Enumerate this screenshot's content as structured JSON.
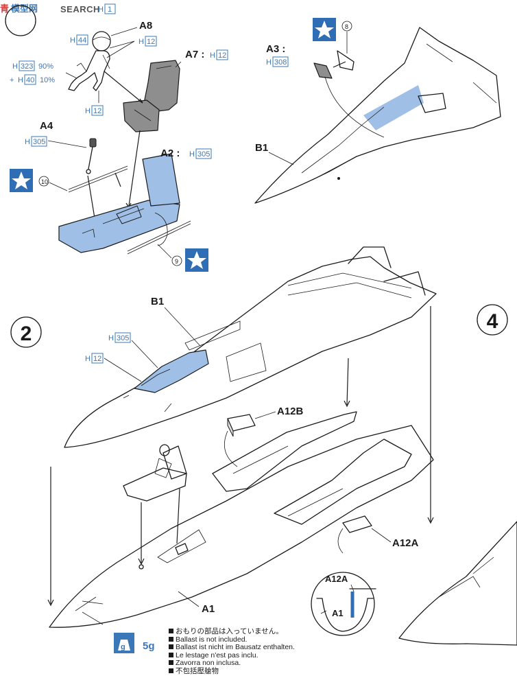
{
  "header": {
    "brand_cn": "青",
    "brand_en": "模型网",
    "brand_search": "SEARCH"
  },
  "steps": {
    "step2": "2",
    "step4": "4"
  },
  "parts": {
    "a8": "A8",
    "a7": "A7 :",
    "a4": "A4",
    "a2": "A2 :",
    "a3": "A3 :",
    "b1_top": "B1",
    "b1_mid": "B1",
    "a12b": "A12B",
    "a12a": "A12A",
    "a12a_detail": "A12A",
    "a1": "A1",
    "a1_detail": "A1"
  },
  "paint_codes": {
    "h1": "H",
    "h1_num": "1",
    "h44": "44",
    "h12_a": "12",
    "h323": "323",
    "h323_pct": "90%",
    "h40": "40",
    "h40_pct": "10%",
    "h12_b": "12",
    "h12_a7": "12",
    "h305_a4": "305",
    "h305_a2": "305",
    "h308": "308",
    "h305_b1": "305",
    "h12_b1": "12",
    "h_letter": "H",
    "plus": "+"
  },
  "decal_numbers": {
    "d8": "8",
    "d10": "10",
    "d9": "9"
  },
  "ballast": {
    "icon_letter": "g",
    "weight": "5g"
  },
  "notes": [
    "おもりの部品は入っていません。",
    "Ballast is not included.",
    "Ballast ist nicht im Bausatz enthalten.",
    "Le lestage n'est pas inclu.",
    "Zavorra non inclusa.",
    "不包括壓艙物"
  ],
  "colors": {
    "paint_blue": "#3a78b8",
    "part_blue": "#9fbfe6",
    "seat_grey": "#8e8e8e",
    "decal_blue": "#2f6db5"
  }
}
